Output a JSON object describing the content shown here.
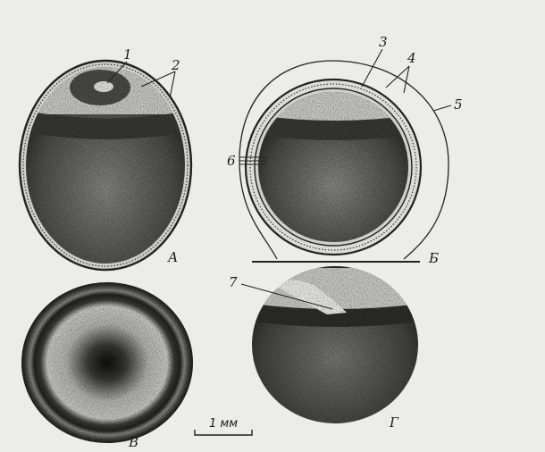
{
  "figure": {
    "numbers": [
      "1",
      "2",
      "3",
      "4",
      "5",
      "6",
      "7"
    ],
    "panels": [
      "А",
      "Б",
      "В",
      "Г"
    ],
    "scale_bar": "1 мм"
  }
}
